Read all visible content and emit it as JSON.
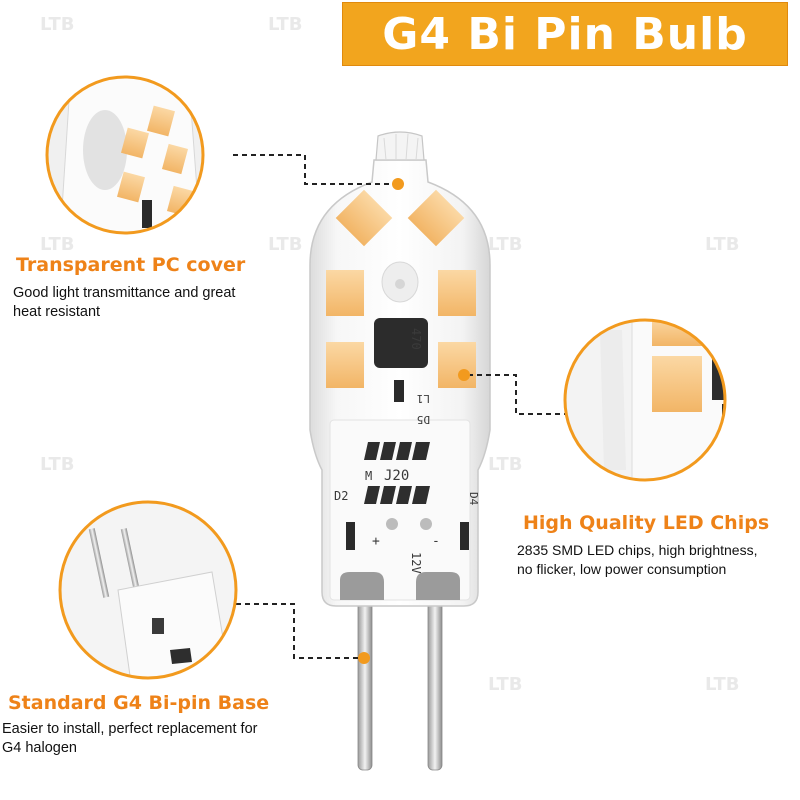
{
  "title": "G4 Bi Pin Bulb",
  "watermark": "LTB",
  "colors": {
    "accent": "#f2a51e",
    "heading": "#ee8218",
    "led": "#f6c27a"
  },
  "features": {
    "cover": {
      "heading": "Transparent PC cover",
      "desc_lines": [
        "Good light transmittance and great",
        "heat resistant"
      ]
    },
    "chips": {
      "heading": "High Quality LED Chips",
      "desc_lines": [
        "2835 SMD LED chips, high brightness,",
        "no flicker, low power consumption"
      ]
    },
    "base": {
      "heading": "Standard G4 Bi-pin Base",
      "desc_lines": [
        "Easier to install, perfect replacement for",
        "G4 halogen"
      ]
    }
  },
  "pcb_labels": {
    "chip": "470",
    "l1": "L1",
    "d5": "D5",
    "model": "J20",
    "m": "M",
    "d2": "D2",
    "d4": "D4",
    "plus": "+",
    "minus": "-",
    "voltage": "12V"
  }
}
